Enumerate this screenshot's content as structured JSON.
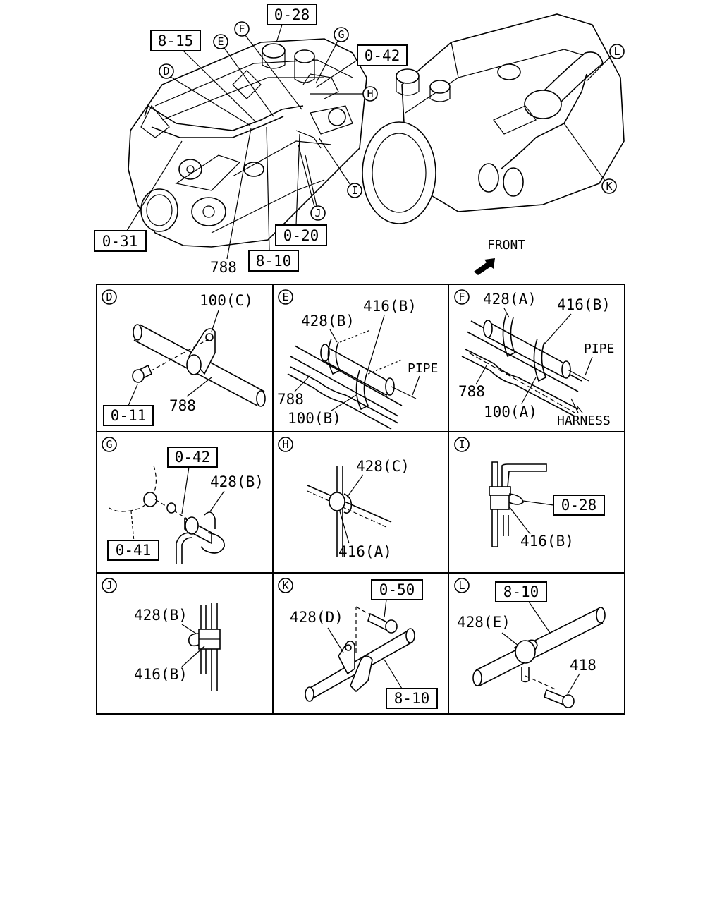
{
  "overview": {
    "front_label": "FRONT",
    "boxed_refs": {
      "r028": "0-28",
      "r815": "8-15",
      "r042": "0-42",
      "r031": "0-31",
      "r020": "0-20",
      "r810": "8-10"
    },
    "circles": {
      "d": "D",
      "e": "E",
      "f": "F",
      "g": "G",
      "h": "H",
      "i": "I",
      "j": "J",
      "k": "K",
      "l": "L"
    },
    "part_788": "788"
  },
  "panels": {
    "D": {
      "circle": "D",
      "labels": {
        "p100c": "100(C)",
        "p788": "788"
      },
      "boxes": {
        "b011": "0-11"
      }
    },
    "E": {
      "circle": "E",
      "labels": {
        "p416b": "416(B)",
        "p428b": "428(B)",
        "pipe": "PIPE",
        "p788": "788",
        "p100b": "100(B)"
      }
    },
    "F": {
      "circle": "F",
      "labels": {
        "p428a": "428(A)",
        "p416b": "416(B)",
        "pipe": "PIPE",
        "p788": "788",
        "p100a": "100(A)",
        "harness": "HARNESS"
      }
    },
    "G": {
      "circle": "G",
      "labels": {
        "p428b": "428(B)"
      },
      "boxes": {
        "b042": "0-42",
        "b041": "0-41"
      }
    },
    "H": {
      "circle": "H",
      "labels": {
        "p428c": "428(C)",
        "p416a": "416(A)"
      }
    },
    "I": {
      "circle": "I",
      "labels": {
        "p416b": "416(B)"
      },
      "boxes": {
        "b028": "0-28"
      }
    },
    "J": {
      "circle": "J",
      "labels": {
        "p428b": "428(B)",
        "p416b": "416(B)"
      }
    },
    "K": {
      "circle": "K",
      "labels": {
        "p428d": "428(D)"
      },
      "boxes": {
        "b050": "0-50",
        "b810": "8-10"
      }
    },
    "L": {
      "circle": "L",
      "labels": {
        "p428e": "428(E)",
        "p418": "418"
      },
      "boxes": {
        "b810": "8-10"
      }
    }
  }
}
